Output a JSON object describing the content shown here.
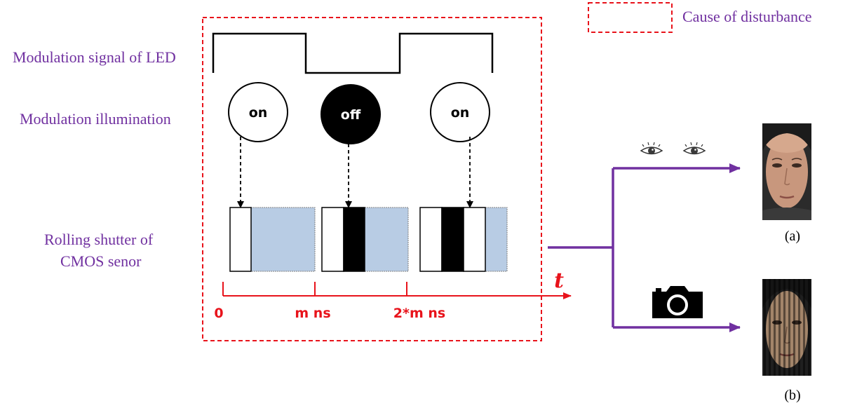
{
  "legend": {
    "label": "Cause of disturbance"
  },
  "labels": {
    "modulation_signal": "Modulation signal of LED",
    "modulation_illumination": "Modulation illumination",
    "rolling_shutter_line1": "Rolling shutter of",
    "rolling_shutter_line2": "CMOS senor"
  },
  "states": {
    "first": "on",
    "second": "off",
    "third": "on"
  },
  "axis": {
    "variable": "t",
    "ticks": [
      "0",
      "m ns",
      "2*m ns"
    ]
  },
  "outputs": {
    "eye_caption": "(a)",
    "camera_caption": "(b)"
  },
  "colors": {
    "purple": "#7030a0",
    "red": "#e8131b",
    "shutter_blue": "#b8cce4",
    "black": "#000000"
  },
  "icons": [
    "eye-icon",
    "camera-icon"
  ]
}
